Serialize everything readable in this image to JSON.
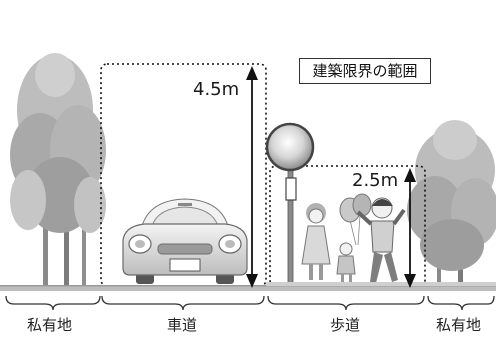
{
  "legend": {
    "text": "建築限界の範囲"
  },
  "dimensions": {
    "roadway_height": "4.5m",
    "sidewalk_height": "2.5m"
  },
  "zones": [
    {
      "label": "私有地"
    },
    {
      "label": "車道"
    },
    {
      "label": "歩道"
    },
    {
      "label": "私有地"
    }
  ]
}
